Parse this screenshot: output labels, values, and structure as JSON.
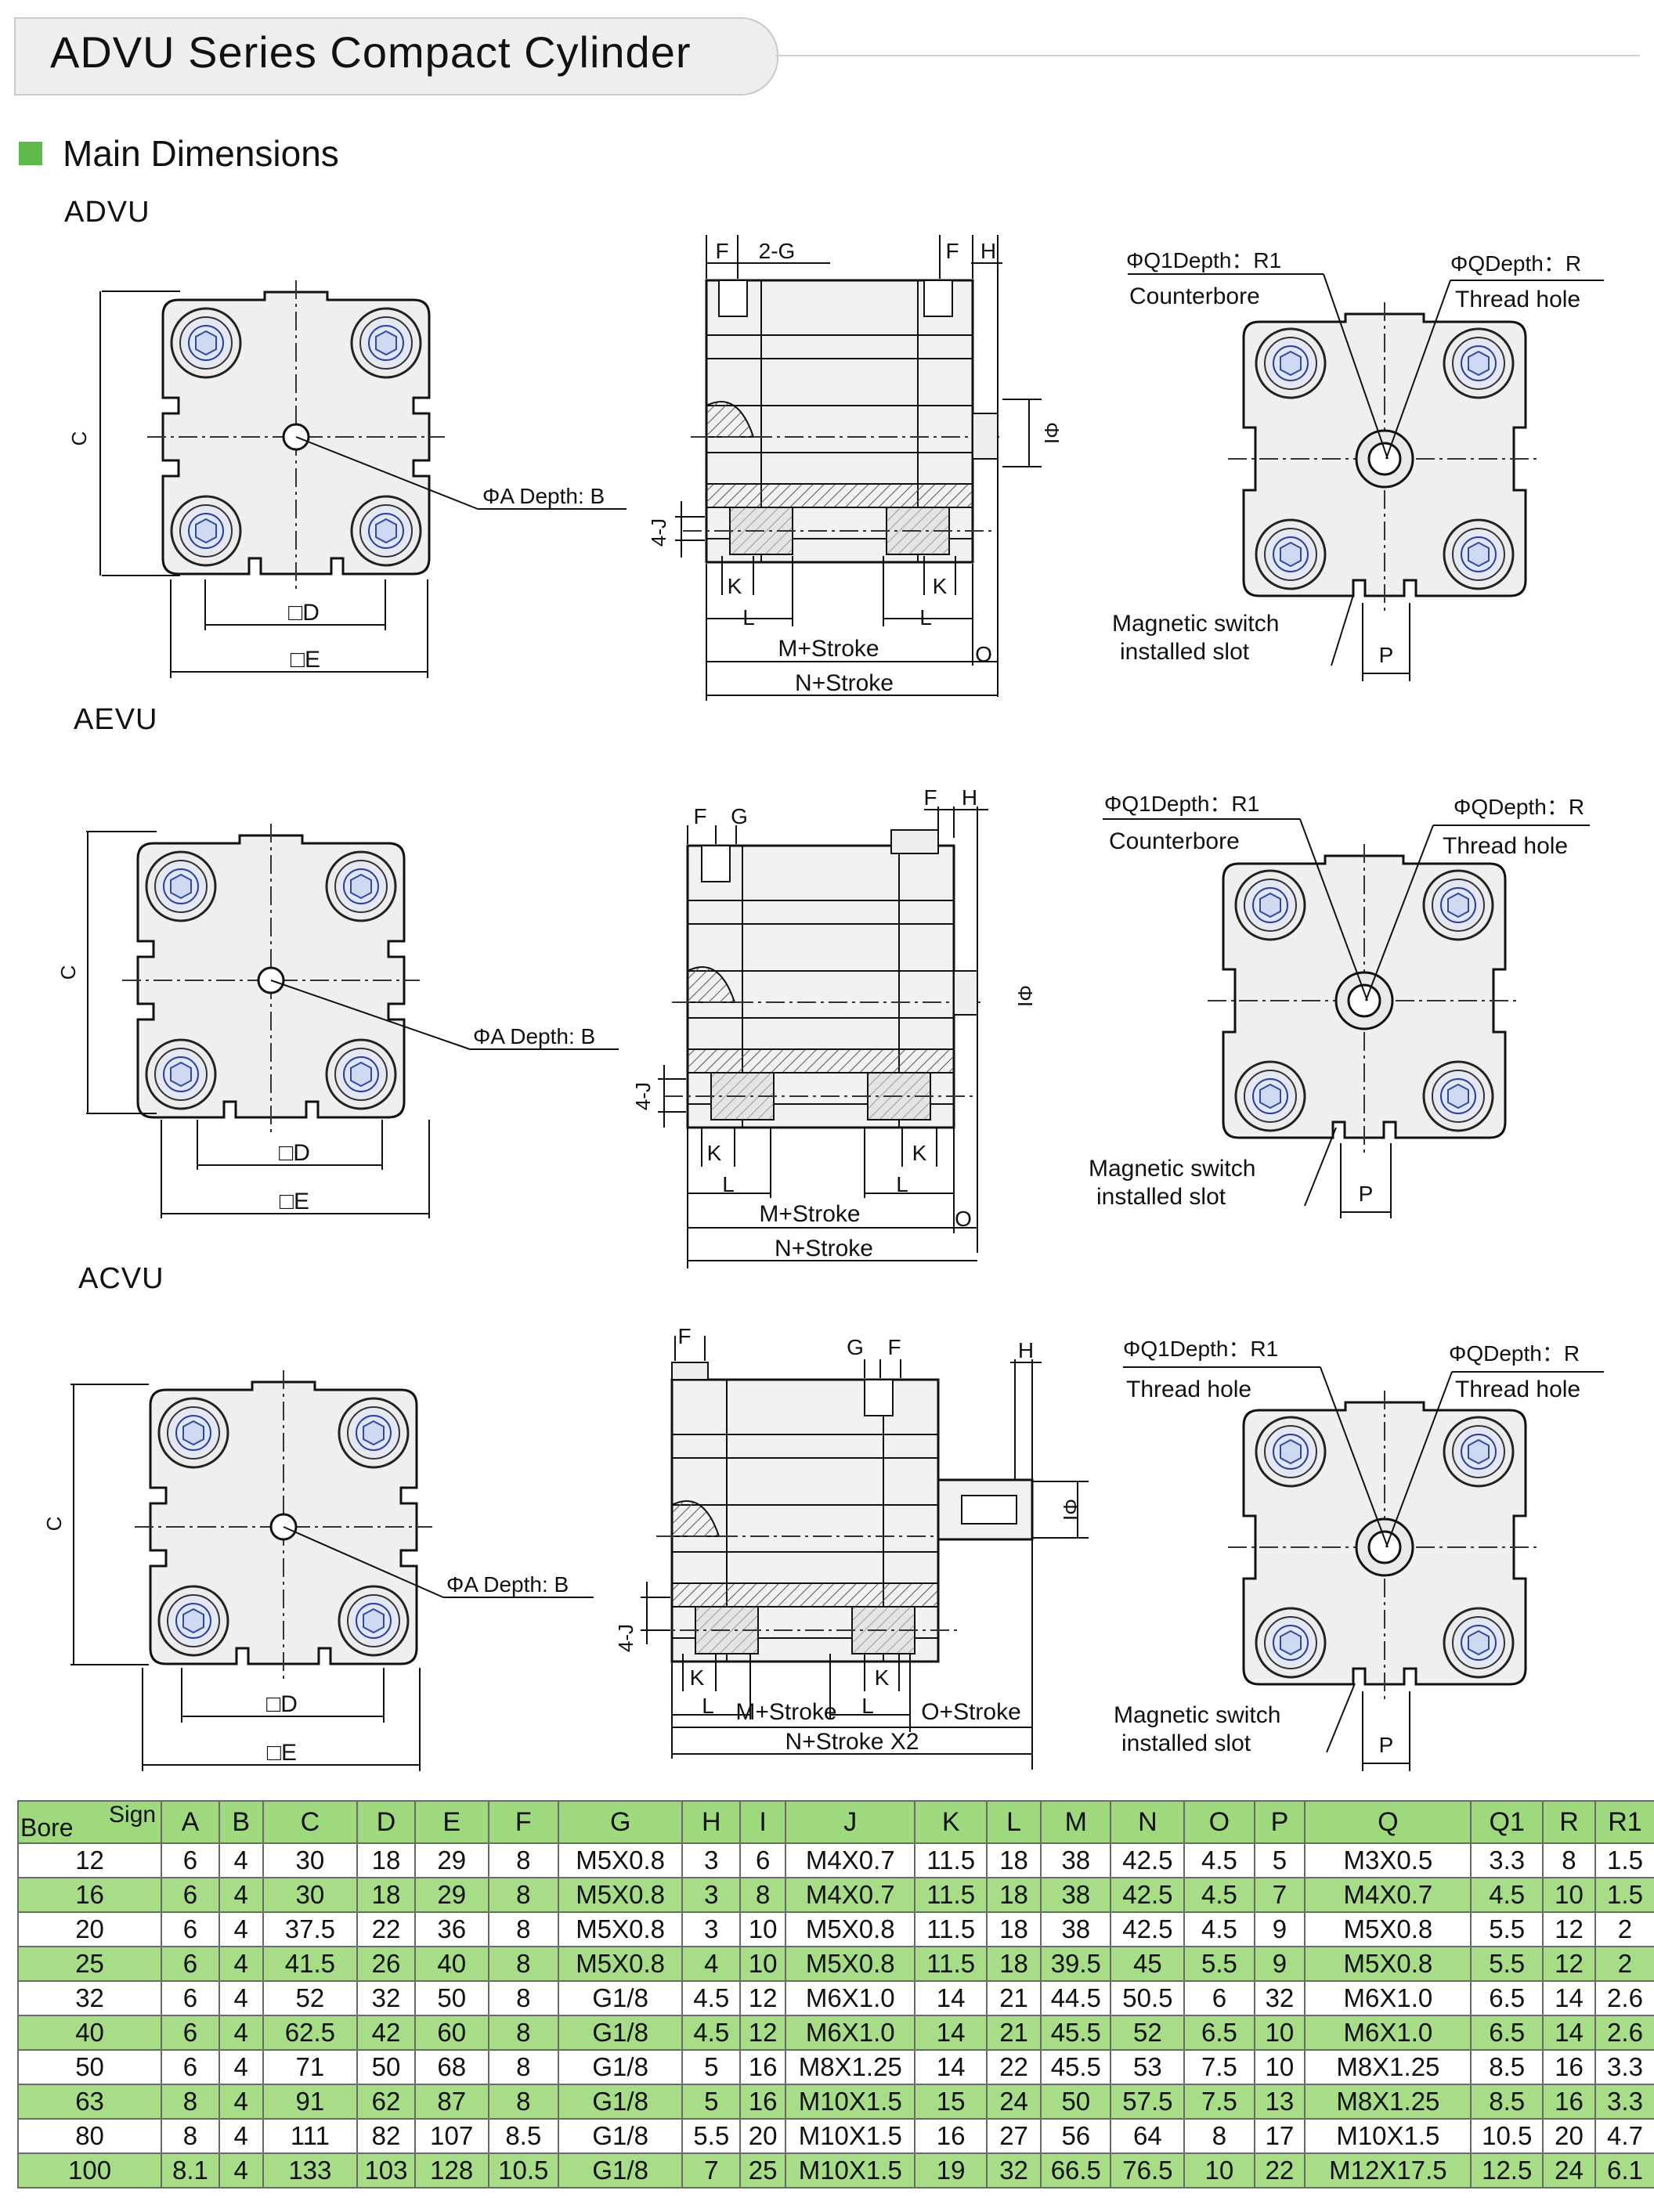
{
  "header": {
    "title": "ADVU Series Compact Cylinder"
  },
  "section": {
    "title": "Main Dimensions"
  },
  "colors": {
    "accent": "#5fb84a",
    "row_highlight": "#a7dd86",
    "header_fill": "#9fd97e"
  },
  "models": [
    {
      "name": "ADVU",
      "front": {
        "c": "C",
        "phi_a": "ΦA Depth: B",
        "d": "□D",
        "e": "□E"
      },
      "side": {
        "f1": "F",
        "g": "2-G",
        "f2": "F",
        "h": "H",
        "i": "ΦI",
        "j": "4-J",
        "k1": "K",
        "k2": "K",
        "l1": "L",
        "l2": "L",
        "m": "M+Stroke",
        "o": "O",
        "n": "N+Stroke"
      },
      "rear": {
        "q1": "ΦQ1Depth：R1",
        "q1_desc": "Counterbore",
        "q": "ΦQDepth：R",
        "q_desc": "Thread hole",
        "switch1": "Magnetic switch",
        "switch2": "installed slot",
        "p": "P"
      }
    },
    {
      "name": "AEVU",
      "front": {
        "c": "C",
        "phi_a": "ΦA Depth: B",
        "d": "□D",
        "e": "□E"
      },
      "side": {
        "f1": "F",
        "g": "G",
        "f2": "F",
        "h": "H",
        "i": "ΦI",
        "j": "4-J",
        "k1": "K",
        "k2": "K",
        "l1": "L",
        "l2": "L",
        "m": "M+Stroke",
        "o": "O",
        "n": "N+Stroke"
      },
      "rear": {
        "q1": "ΦQ1Depth：R1",
        "q1_desc": "Counterbore",
        "q": "ΦQDepth：R",
        "q_desc": "Thread hole",
        "switch1": "Magnetic switch",
        "switch2": "installed slot",
        "p": "P"
      }
    },
    {
      "name": "ACVU",
      "front": {
        "c": "C",
        "phi_a": "ΦA Depth: B",
        "d": "□D",
        "e": "□E"
      },
      "side": {
        "f1": "F",
        "g": "G",
        "f2": "F",
        "h": "H",
        "i": "ΦI",
        "j": "4-J",
        "k1": "K",
        "k2": "K",
        "l1": "L",
        "l2": "L",
        "m": "M+Stroke",
        "o": "O+Stroke",
        "n": "N+Stroke X2"
      },
      "rear": {
        "q1": "ΦQ1Depth：R1",
        "q1_desc": "Thread hole",
        "q": "ΦQDepth：R",
        "q_desc": "Thread hole",
        "switch1": "Magnetic switch",
        "switch2": "installed slot",
        "p": "P"
      }
    }
  ],
  "table": {
    "corner_sign": "Sign",
    "corner_bore": "Bore",
    "columns": [
      "A",
      "B",
      "C",
      "D",
      "E",
      "F",
      "G",
      "H",
      "I",
      "J",
      "K",
      "L",
      "M",
      "N",
      "O",
      "P",
      "Q",
      "Q1",
      "R",
      "R1"
    ],
    "rows": [
      {
        "bore": "12",
        "cells": [
          "6",
          "4",
          "30",
          "18",
          "29",
          "8",
          "M5X0.8",
          "3",
          "6",
          "M4X0.7",
          "11.5",
          "18",
          "38",
          "42.5",
          "4.5",
          "5",
          "M3X0.5",
          "3.3",
          "8",
          "1.5"
        ]
      },
      {
        "bore": "16",
        "cells": [
          "6",
          "4",
          "30",
          "18",
          "29",
          "8",
          "M5X0.8",
          "3",
          "8",
          "M4X0.7",
          "11.5",
          "18",
          "38",
          "42.5",
          "4.5",
          "7",
          "M4X0.7",
          "4.5",
          "10",
          "1.5"
        ]
      },
      {
        "bore": "20",
        "cells": [
          "6",
          "4",
          "37.5",
          "22",
          "36",
          "8",
          "M5X0.8",
          "3",
          "10",
          "M5X0.8",
          "11.5",
          "18",
          "38",
          "42.5",
          "4.5",
          "9",
          "M5X0.8",
          "5.5",
          "12",
          "2"
        ]
      },
      {
        "bore": "25",
        "cells": [
          "6",
          "4",
          "41.5",
          "26",
          "40",
          "8",
          "M5X0.8",
          "4",
          "10",
          "M5X0.8",
          "11.5",
          "18",
          "39.5",
          "45",
          "5.5",
          "9",
          "M5X0.8",
          "5.5",
          "12",
          "2"
        ]
      },
      {
        "bore": "32",
        "cells": [
          "6",
          "4",
          "52",
          "32",
          "50",
          "8",
          "G1/8",
          "4.5",
          "12",
          "M6X1.0",
          "14",
          "21",
          "44.5",
          "50.5",
          "6",
          "32",
          "M6X1.0",
          "6.5",
          "14",
          "2.6"
        ]
      },
      {
        "bore": "40",
        "cells": [
          "6",
          "4",
          "62.5",
          "42",
          "60",
          "8",
          "G1/8",
          "4.5",
          "12",
          "M6X1.0",
          "14",
          "21",
          "45.5",
          "52",
          "6.5",
          "10",
          "M6X1.0",
          "6.5",
          "14",
          "2.6"
        ]
      },
      {
        "bore": "50",
        "cells": [
          "6",
          "4",
          "71",
          "50",
          "68",
          "8",
          "G1/8",
          "5",
          "16",
          "M8X1.25",
          "14",
          "22",
          "45.5",
          "53",
          "7.5",
          "10",
          "M8X1.25",
          "8.5",
          "16",
          "3.3"
        ]
      },
      {
        "bore": "63",
        "cells": [
          "8",
          "4",
          "91",
          "62",
          "87",
          "8",
          "G1/8",
          "5",
          "16",
          "M10X1.5",
          "15",
          "24",
          "50",
          "57.5",
          "7.5",
          "13",
          "M8X1.25",
          "8.5",
          "16",
          "3.3"
        ]
      },
      {
        "bore": "80",
        "cells": [
          "8",
          "4",
          "111",
          "82",
          "107",
          "8.5",
          "G1/8",
          "5.5",
          "20",
          "M10X1.5",
          "16",
          "27",
          "56",
          "64",
          "8",
          "17",
          "M10X1.5",
          "10.5",
          "20",
          "4.7"
        ]
      },
      {
        "bore": "100",
        "cells": [
          "8.1",
          "4",
          "133",
          "103",
          "128",
          "10.5",
          "G1/8",
          "7",
          "25",
          "M10X1.5",
          "19",
          "32",
          "66.5",
          "76.5",
          "10",
          "22",
          "M12X17.5",
          "12.5",
          "24",
          "6.1"
        ]
      }
    ],
    "green_rows": [
      1,
      3,
      5,
      7,
      9
    ]
  }
}
